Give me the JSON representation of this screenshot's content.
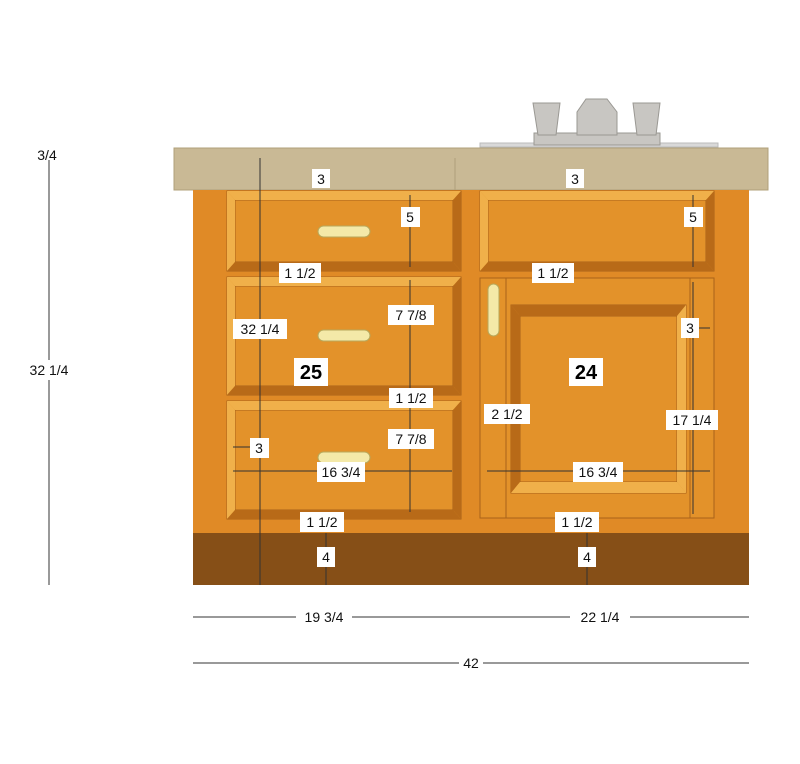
{
  "colors": {
    "countertop": "#c9b995",
    "cabinet": "#e08a26",
    "panel": "#e3922a",
    "bevel_light": "#f0b04a",
    "bevel_dark": "#b86a18",
    "toe_kick": "#864f17",
    "handle": "#f4e9a8",
    "faucet": "#c8c6c2"
  },
  "labels": {
    "counter_thickness": "3/4",
    "total_height": "32 1/4",
    "top_rail_left": "3",
    "top_rail_right": "3",
    "drawer1_height": "5",
    "right_drawer_height": "5",
    "rail1_left": "1 1/2",
    "rail1_right": "1 1/2",
    "stile_height": "32 1/4",
    "drawer2_height": "7 7/8",
    "rail2_left": "1 1/2",
    "drawer3_height": "7 7/8",
    "left_stile": "3",
    "drawer_width": "16 3/4",
    "bottom_rail_left": "1 1/2",
    "bottom_rail_right": "1 1/2",
    "toe_left": "4",
    "toe_right": "4",
    "door_stile_right": "3",
    "door_stile_left": "2 1/2",
    "door_height": "17 1/4",
    "door_width": "16 3/4",
    "left_width": "19 3/4",
    "right_width": "22 1/4",
    "total_width": "42",
    "left_section_no": "25",
    "right_section_no": "24"
  }
}
